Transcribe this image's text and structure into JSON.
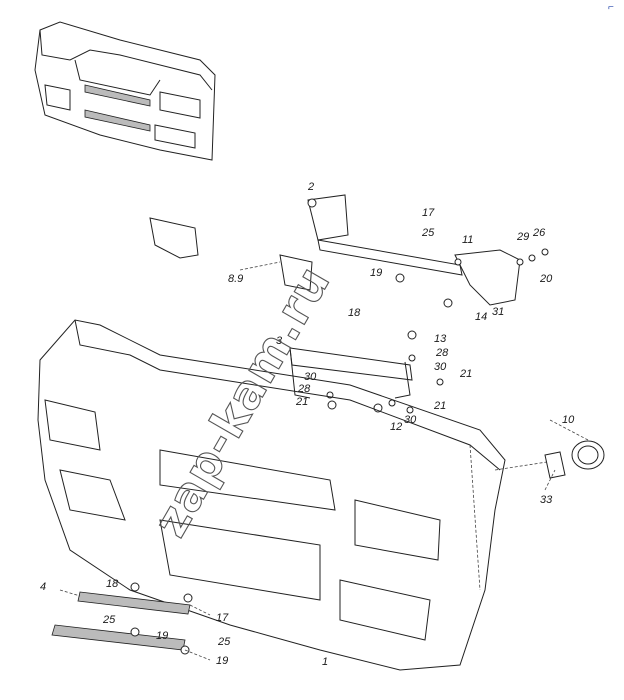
{
  "watermark": "zap-kam.ru",
  "corner_mark": "⌐",
  "callouts": [
    "2",
    "17",
    "25",
    "11",
    "29",
    "26",
    "8.9",
    "19",
    "20",
    "14",
    "31",
    "18",
    "3",
    "13",
    "28",
    "30",
    "21",
    "30",
    "28",
    "21",
    "12",
    "30",
    "21",
    "10",
    "33",
    "4",
    "18",
    "25",
    "17",
    "19",
    "25",
    "19",
    "1"
  ],
  "colors": {
    "line": "#222222",
    "grille": "#bbbbbb",
    "background": "#ffffff"
  }
}
